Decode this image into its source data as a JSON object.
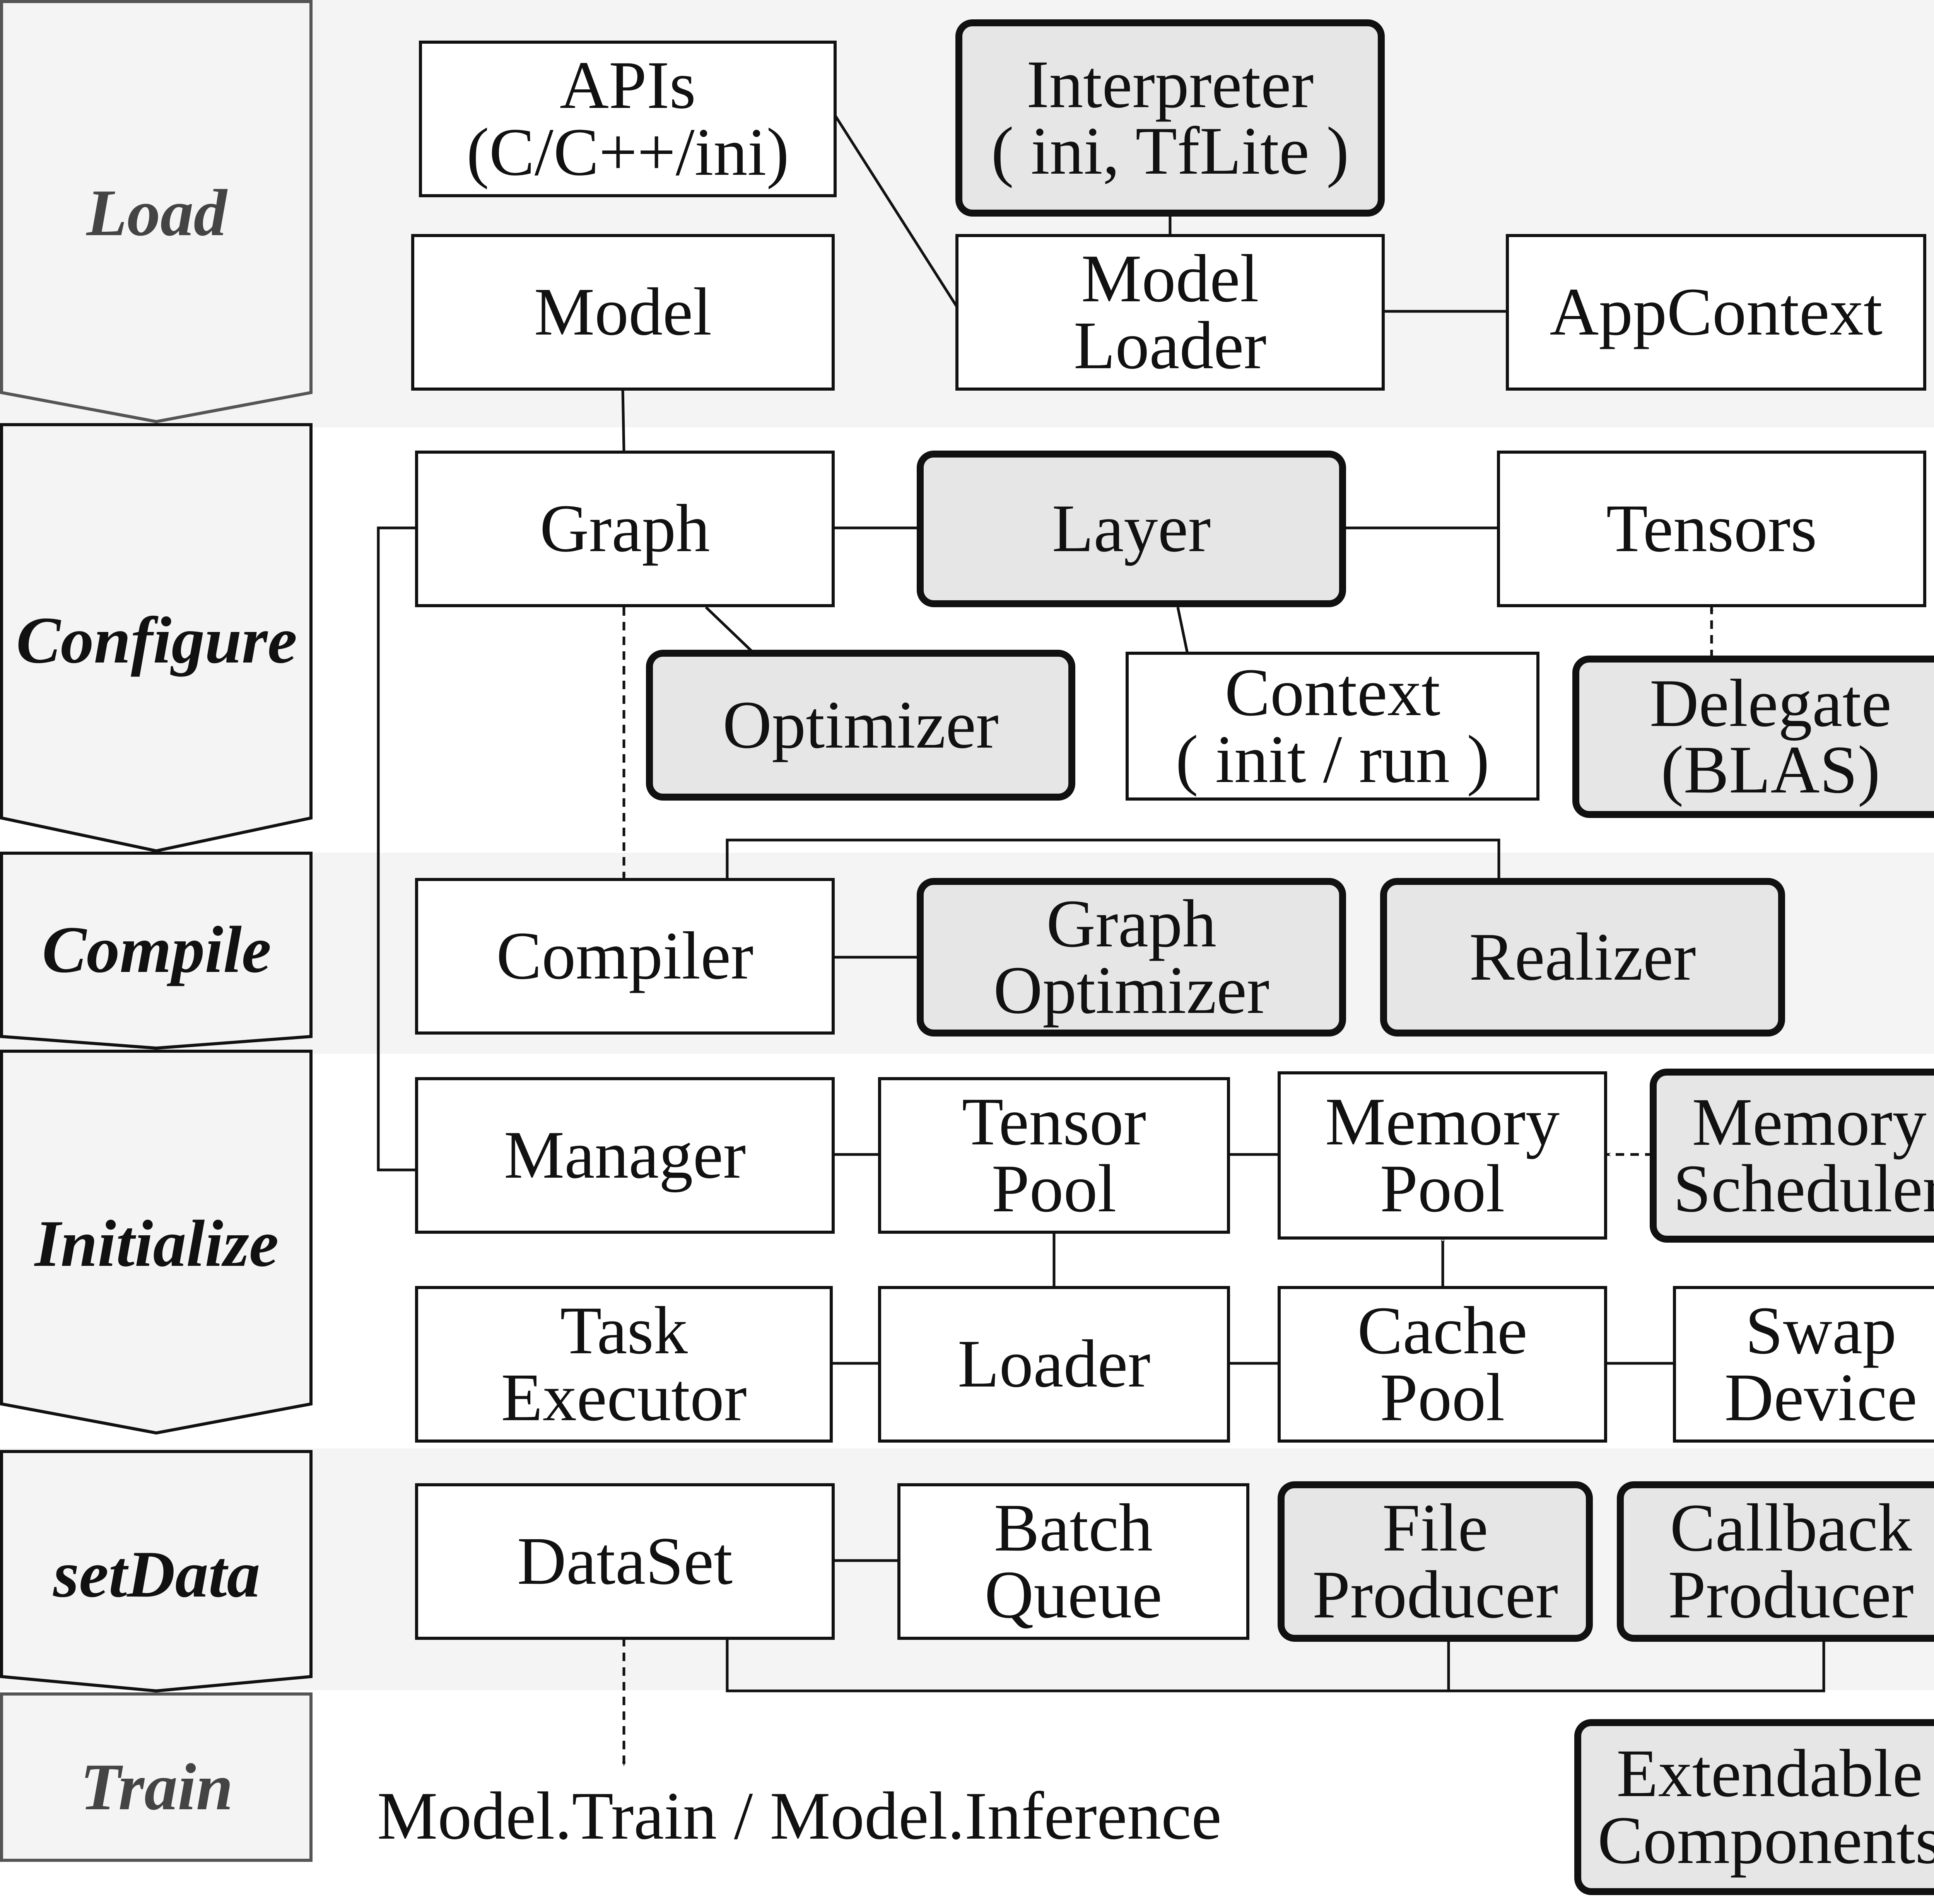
{
  "stages": [
    "Load",
    "Configure",
    "Compile",
    "Initialize",
    "setData",
    "Train"
  ],
  "components": {
    "apis": [
      "APIs",
      "(C/C++/ini)"
    ],
    "interpreter": [
      "Interpreter",
      "( ini, TfLite )"
    ],
    "model": [
      "Model"
    ],
    "model_loader": [
      "Model",
      "Loader"
    ],
    "app_context": [
      "AppContext"
    ],
    "graph": [
      "Graph"
    ],
    "layer": [
      "Layer"
    ],
    "tensors": [
      "Tensors"
    ],
    "optimizer": [
      "Optimizer"
    ],
    "context": [
      "Context",
      "( init / run )"
    ],
    "delegate": [
      "Delegate",
      "(BLAS)"
    ],
    "compiler": [
      "Compiler"
    ],
    "graph_optimizer": [
      "Graph",
      "Optimizer"
    ],
    "realizer": [
      "Realizer"
    ],
    "manager": [
      "Manager"
    ],
    "tensor_pool": [
      "Tensor",
      "Pool"
    ],
    "memory_pool": [
      "Memory",
      "Pool"
    ],
    "memory_scheduler": [
      "Memory",
      "Scheduler"
    ],
    "task_executor": [
      "Task",
      "Executor"
    ],
    "loader": [
      "Loader"
    ],
    "cache_pool": [
      "Cache",
      "Pool"
    ],
    "swap_device": [
      "Swap",
      "Device"
    ],
    "dataset": [
      "DataSet"
    ],
    "batch_queue": [
      "Batch",
      "Queue"
    ],
    "file_producer": [
      "File",
      "Producer"
    ],
    "callback_producer": [
      "Callback",
      "Producer"
    ]
  },
  "final_step": "Model.Train / Model.Inference",
  "legend": [
    "Extendable",
    "Components"
  ]
}
